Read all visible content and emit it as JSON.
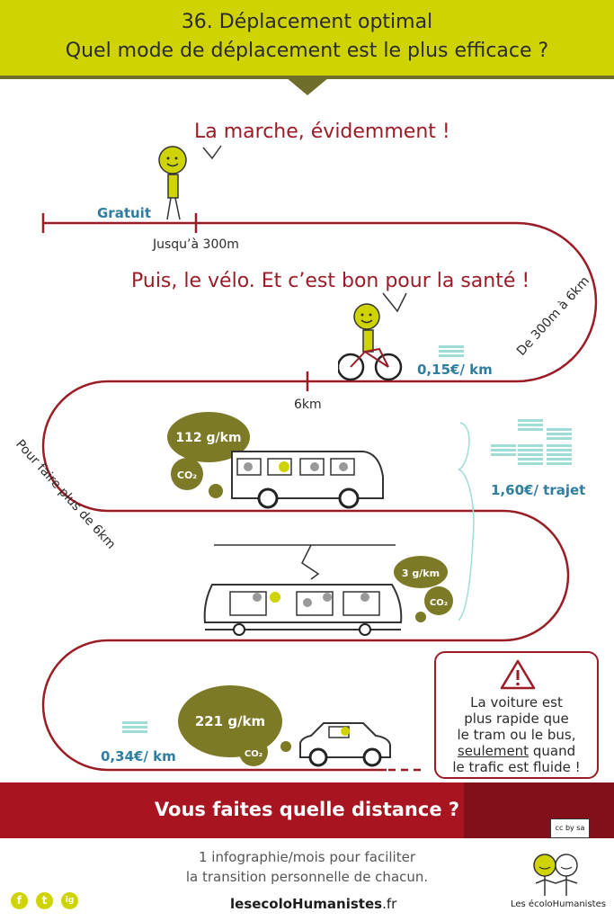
{
  "header": {
    "title_line1": "36. Déplacement optimal",
    "title_line2": "Quel mode de déplacement est le plus efficace ?"
  },
  "walk": {
    "quote": "La marche, évidemment !",
    "price": "Gratuit",
    "distance": "Jusqu’à 300m"
  },
  "bike": {
    "quote": "Puis, le vélo. Et c’est bon pour la santé !",
    "price": "0,15€/ km",
    "distance_marker": "6km",
    "range": "De 300m à 6km"
  },
  "bus": {
    "co2": "112 g/km",
    "co2_label": "CO₂"
  },
  "public_transport": {
    "price": "1,60€/ trajet",
    "range": "Pour faire plus de 6km"
  },
  "tram": {
    "co2": "3 g/km",
    "co2_label": "CO₂"
  },
  "car": {
    "co2": "221 g/km",
    "co2_label": "CO₂",
    "price": "0,34€/ km"
  },
  "warning": {
    "line1": "La voiture est",
    "line2": "plus rapide que",
    "line3": "le tram ou le bus,",
    "line4_underlined": "seulement",
    "line4_rest": " quand",
    "line5": "le trafic est fluide !"
  },
  "footer": {
    "cta": "Vous faites quelle distance ?",
    "license": "cc by sa",
    "tagline_line1": "1 infographie/mois pour faciliter",
    "tagline_line2": "la transition personnelle de chacun.",
    "site_bold": "lesecoloHumanistes",
    "site_tld": ".fr",
    "brand": "Les écoloHumanistes",
    "social": [
      "f",
      "t",
      "ig"
    ]
  },
  "colors": {
    "accent_yellow": "#cfd400",
    "road_red": "#9b1c26",
    "price_blue": "#2f7da0",
    "cloud_olive": "#7d7a27"
  }
}
